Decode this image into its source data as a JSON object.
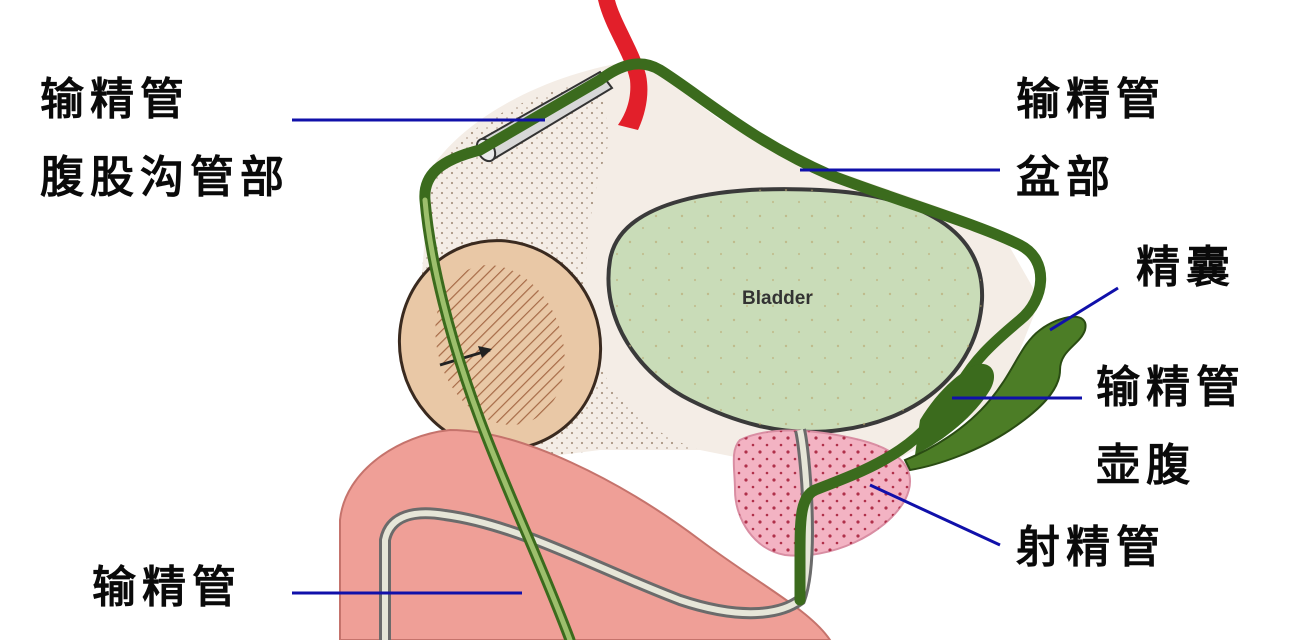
{
  "labels": {
    "inguinal_line1": "输精管",
    "inguinal_line2": "腹股沟管部",
    "pelvic_line1": "输精管",
    "pelvic_line2": "盆部",
    "seminal_vesicle": "精囊",
    "ampulla_line1": "输精管",
    "ampulla_line2": "壶腹",
    "ejaculatory_duct": "射精管",
    "bottom_left": "输精管",
    "bladder": "Bladder"
  },
  "colors": {
    "vas_deferens": "#4c7d26",
    "vas_highlight": "#9dbf6c",
    "bladder_fill": "#c9dcb8",
    "bladder_stroke": "#3a3a3a",
    "prostate": "#f3b3c3",
    "penis": "#ef9f97",
    "pubic_bone": "#e9c8a6",
    "artery": "#e21f2a",
    "leader_line": "#1010aa"
  }
}
